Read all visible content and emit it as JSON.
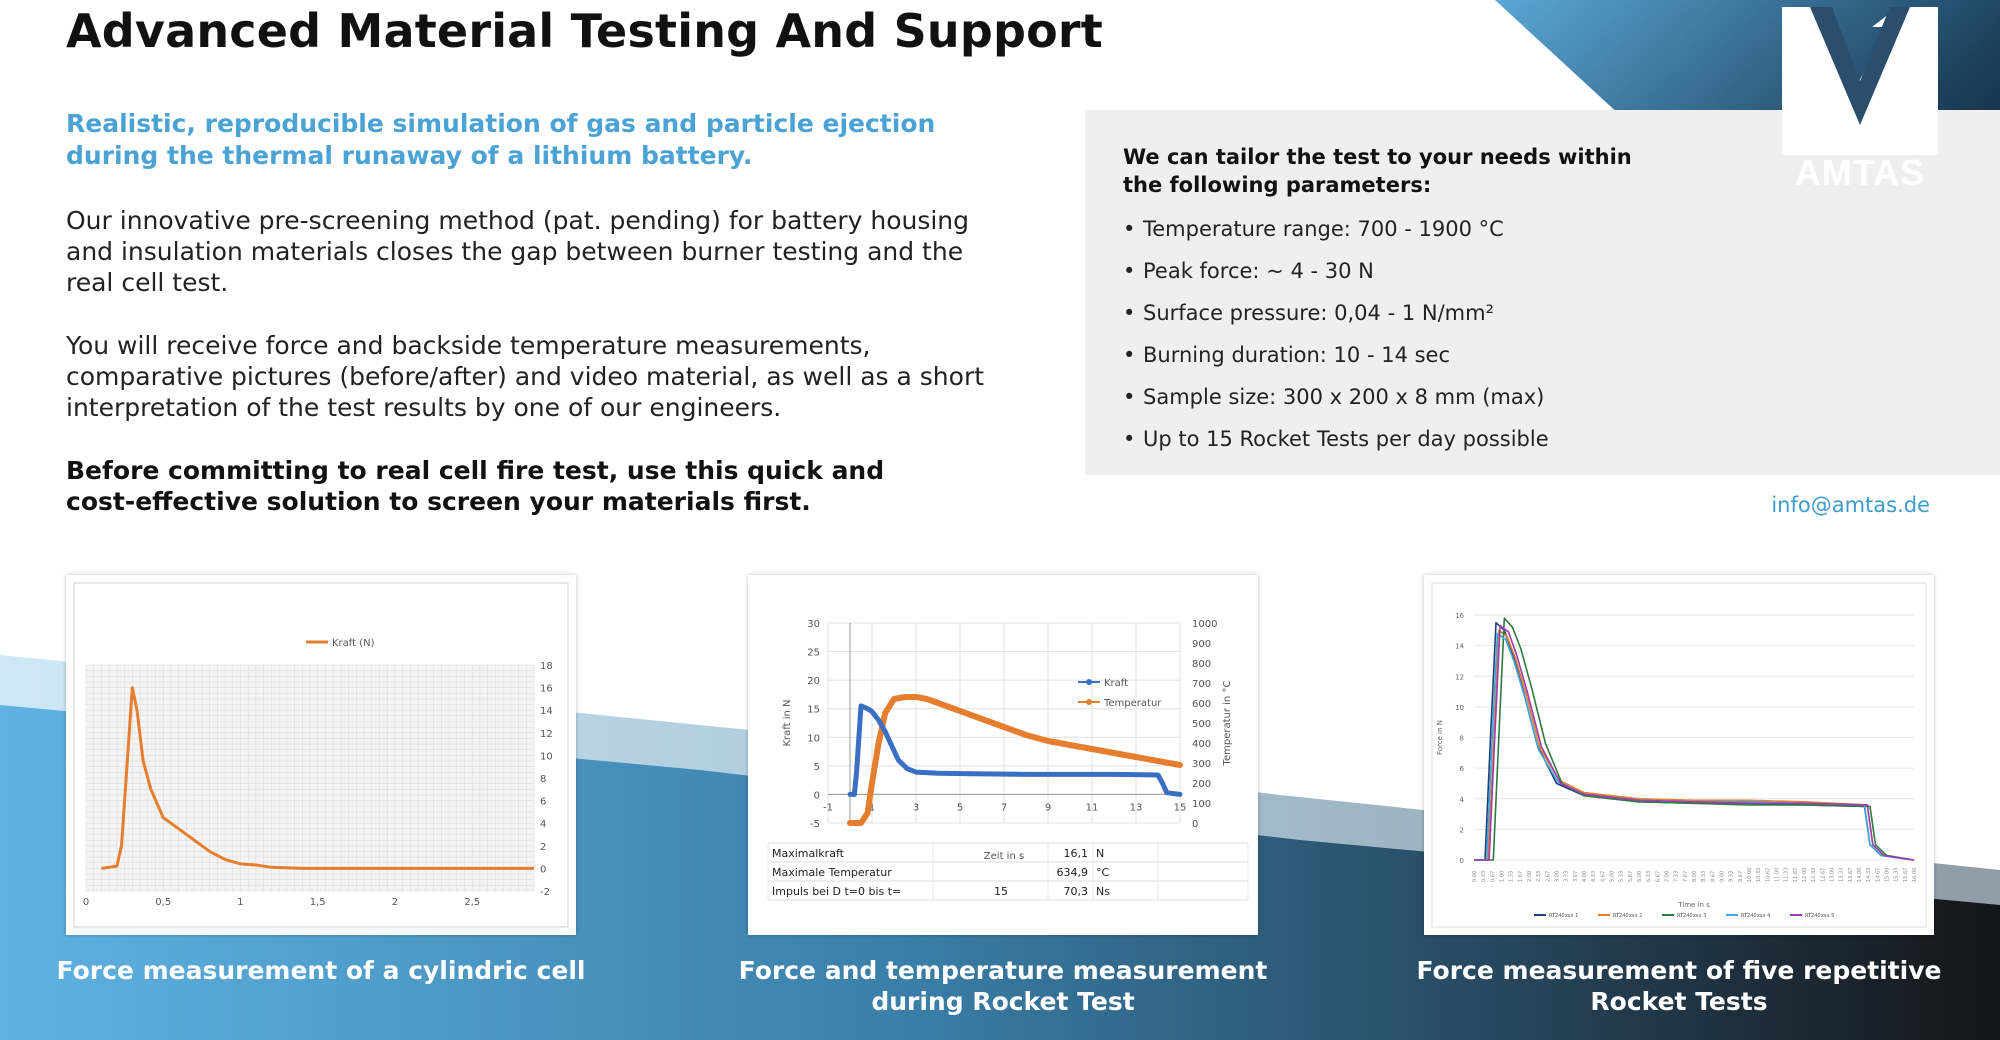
{
  "header": {
    "title": "Advanced Material Testing And Support"
  },
  "intro": {
    "subtitle": "Realistic, reproducible simulation of gas and particle ejection during the thermal runaway of a lithium battery.",
    "p1": "Our innovative pre-screening method (pat. pending) for battery housing and insulation materials closes the gap between burner testing and the real cell test.",
    "p2": "You will receive force and backside temperature measurements, comparative pictures (before/after) and video material, as well as a short interpretation of the test results by one of our engineers.",
    "p3": "Before committing to real cell fire test, use this quick and cost-effective solution to screen your materials first."
  },
  "params": {
    "title": "We can tailor the test to your needs within the following parameters:",
    "bullet": "•",
    "items": [
      "Temperature range: 700 - 1900 °C",
      "Peak force:  ~ 4 - 30 N",
      "Surface pressure: 0,04 - 1 N/mm²",
      "Burning duration: 10 - 14 sec",
      "Sample size: 300 x 200 x 8 mm (max)",
      "Up to 15 Rocket Tests per day possible"
    ]
  },
  "logo": {
    "text": "AMTAS"
  },
  "contact": {
    "email": "info@amtas.de"
  },
  "colors": {
    "accent": "#4aa3d4",
    "orange": "#e67e30",
    "blue": "#3a6fc4",
    "dark": "#1b1b1f"
  },
  "captions": [
    "Force measurement of a cylindric cell",
    "Force and temperature measurement during Rocket Test",
    "Force measurement of five repetitive Rocket Tests"
  ],
  "chart_data": [
    {
      "type": "line",
      "legend": [
        "Kraft (N)"
      ],
      "x_ticks": [
        "0",
        "0,5",
        "1",
        "1,5",
        "2",
        "2,5"
      ],
      "y_ticks": [
        "18",
        "16",
        "14",
        "12",
        "10",
        "8",
        "6",
        "4",
        "2",
        "0",
        "-2"
      ],
      "xlim": [
        0,
        2.9
      ],
      "ylim": [
        -2,
        18
      ],
      "series": [
        {
          "name": "Kraft (N)",
          "x": [
            0.1,
            0.2,
            0.23,
            0.27,
            0.3,
            0.33,
            0.37,
            0.42,
            0.5,
            0.6,
            0.7,
            0.8,
            0.9,
            1.0,
            1.1,
            1.2,
            1.4,
            1.6,
            2.0,
            2.9
          ],
          "y": [
            0,
            0.2,
            2,
            10,
            16,
            14,
            9.5,
            7,
            4.5,
            3.5,
            2.5,
            1.5,
            0.8,
            0.4,
            0.3,
            0.1,
            0,
            0,
            0,
            0
          ]
        }
      ]
    },
    {
      "type": "line",
      "xlabel": "Zeit in s",
      "ylabel": "Kraft in N",
      "ylabel_right": "Temperatur in °C",
      "x_ticks": [
        "-1",
        "1",
        "3",
        "5",
        "7",
        "9",
        "11",
        "13",
        "15"
      ],
      "y_ticks": [
        "30",
        "25",
        "20",
        "15",
        "10",
        "5",
        "0",
        "-5"
      ],
      "y2_ticks": [
        "1000",
        "900",
        "800",
        "700",
        "600",
        "500",
        "400",
        "300",
        "200",
        "100",
        "0"
      ],
      "xlim": [
        -1,
        15
      ],
      "ylim": [
        -5,
        30
      ],
      "y2lim": [
        0,
        1000
      ],
      "series": [
        {
          "name": "Kraft",
          "x": [
            0,
            0.2,
            0.3,
            0.5,
            0.8,
            1.0,
            1.3,
            1.6,
            1.9,
            2.2,
            2.6,
            3.0,
            4,
            6,
            8,
            10,
            12,
            14,
            14.2,
            14.4,
            15
          ],
          "y": [
            0,
            0,
            4,
            15.5,
            15,
            14.5,
            13,
            11,
            8.5,
            6,
            4.5,
            3.9,
            3.7,
            3.6,
            3.5,
            3.5,
            3.5,
            3.4,
            2,
            0.3,
            0
          ]
        },
        {
          "name": "Temperatur",
          "axis": "right",
          "x": [
            0,
            0.5,
            0.8,
            1.0,
            1.3,
            1.6,
            2.0,
            2.5,
            3.0,
            3.5,
            4.0,
            5,
            6,
            7,
            8,
            9,
            10,
            11,
            12,
            13,
            14,
            15
          ],
          "y": [
            0,
            0,
            50,
            200,
            400,
            550,
            620,
            630,
            630,
            620,
            600,
            560,
            520,
            480,
            440,
            410,
            390,
            370,
            350,
            330,
            310,
            290
          ]
        }
      ],
      "table": [
        [
          "Maximalkraft",
          "",
          "16,1",
          "N"
        ],
        [
          "Maximale Temperatur",
          "",
          "634,9",
          "°C"
        ],
        [
          "Impuls bei D t=0 bis t=",
          "15",
          "70,3",
          "Ns"
        ]
      ]
    },
    {
      "type": "line",
      "xlabel": "Time in s",
      "ylabel": "Force in N",
      "y_ticks": [
        "16",
        "14",
        "12",
        "10",
        "8",
        "6",
        "4",
        "2",
        "0"
      ],
      "xlim": [
        0,
        16
      ],
      "ylim": [
        0,
        16
      ],
      "series": [
        {
          "name": "RT240xxx 1",
          "x": [
            0,
            0.4,
            0.6,
            0.8,
            1.1,
            1.4,
            1.8,
            2.3,
            3.0,
            4,
            6,
            8,
            10,
            12,
            14.2,
            14.4,
            14.8,
            16
          ],
          "y": [
            0,
            0,
            8,
            15.5,
            15,
            13.5,
            11,
            7.5,
            5,
            4.2,
            3.8,
            3.7,
            3.7,
            3.6,
            3.5,
            1,
            0.3,
            0
          ]
        },
        {
          "name": "RT240xxx 2",
          "x": [
            0,
            0.5,
            0.7,
            0.9,
            1.2,
            1.5,
            1.9,
            2.4,
            3.1,
            4,
            6,
            8,
            10,
            12,
            14.3,
            14.5,
            14.9,
            16
          ],
          "y": [
            0,
            0,
            7,
            15,
            14.6,
            13.2,
            10.8,
            7.3,
            5.2,
            4.4,
            4.0,
            3.9,
            3.9,
            3.8,
            3.6,
            1,
            0.3,
            0
          ]
        },
        {
          "name": "RT240xxx 3",
          "x": [
            0,
            0.7,
            0.9,
            1.1,
            1.4,
            1.7,
            2.1,
            2.6,
            3.2,
            4,
            6,
            8,
            10,
            12,
            14.4,
            14.6,
            15,
            16
          ],
          "y": [
            0,
            0,
            8,
            15.8,
            15.2,
            13.8,
            11.2,
            7.6,
            5.0,
            4.2,
            3.8,
            3.7,
            3.6,
            3.6,
            3.5,
            1,
            0.3,
            0
          ]
        },
        {
          "name": "RT240xxx 4",
          "x": [
            0,
            0.45,
            0.65,
            0.85,
            1.15,
            1.45,
            1.85,
            2.35,
            3.05,
            4,
            6,
            8,
            10,
            12,
            14.2,
            14.4,
            14.8,
            16
          ],
          "y": [
            0,
            0,
            7.5,
            14.8,
            14.4,
            13,
            10.6,
            7.2,
            5.1,
            4.3,
            3.9,
            3.8,
            3.8,
            3.7,
            3.6,
            1,
            0.3,
            0
          ]
        },
        {
          "name": "RT240xxx 5",
          "x": [
            0,
            0.55,
            0.75,
            0.95,
            1.25,
            1.55,
            1.95,
            2.45,
            3.15,
            4,
            6,
            8,
            10,
            12,
            14.3,
            14.5,
            14.9,
            16
          ],
          "y": [
            0,
            0,
            7.8,
            15.3,
            14.9,
            13.4,
            10.9,
            7.4,
            5.0,
            4.3,
            3.9,
            3.8,
            3.7,
            3.7,
            3.6,
            1,
            0.3,
            0
          ]
        }
      ]
    }
  ]
}
